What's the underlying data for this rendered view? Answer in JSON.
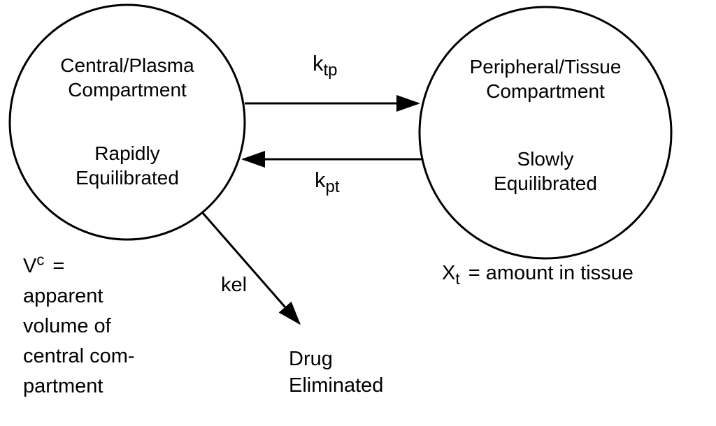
{
  "diagram": {
    "central": {
      "name_line1": "Central/Plasma",
      "name_line2": "Compartment",
      "desc_line1": "Rapidly",
      "desc_line2": "Equilibrated"
    },
    "peripheral": {
      "name_line1": "Peripheral/Tissue",
      "name_line2": "Compartment",
      "desc_line1": "Slowly",
      "desc_line2": "Equilibrated"
    },
    "rates": {
      "ktp_base": "k",
      "ktp_sub": "tp",
      "kpt_base": "k",
      "kpt_sub": "pt",
      "kel": "kel"
    },
    "eliminated": {
      "line1": "Drug",
      "line2": "Eliminated"
    },
    "volume_note": {
      "symbol": "V",
      "superscript": "c",
      "equals": "=",
      "line2": "apparent",
      "line3": "volume of",
      "line4": "central com-",
      "line5": "partment"
    },
    "tissue_note": {
      "symbol": "X",
      "subscript": "t",
      "rest": "=  amount in tissue"
    },
    "colors": {
      "stroke": "#000000",
      "background": "#ffffff"
    }
  }
}
